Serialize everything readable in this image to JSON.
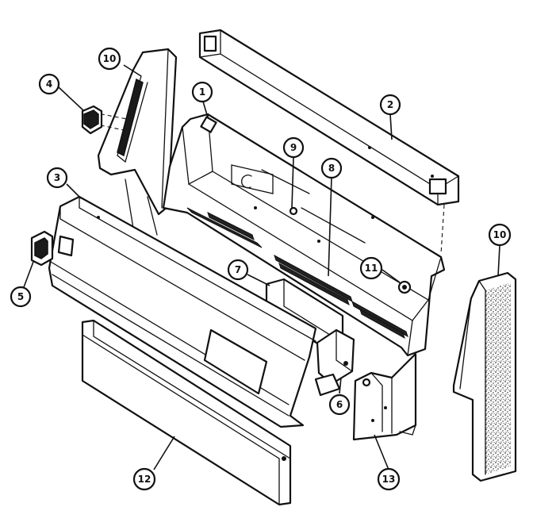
{
  "callouts": [
    {
      "id": "callout-1",
      "label": "1"
    },
    {
      "id": "callout-2",
      "label": "2"
    },
    {
      "id": "callout-3",
      "label": "3"
    },
    {
      "id": "callout-4",
      "label": "4"
    },
    {
      "id": "callout-5",
      "label": "5"
    },
    {
      "id": "callout-6",
      "label": "6"
    },
    {
      "id": "callout-7",
      "label": "7"
    },
    {
      "id": "callout-8",
      "label": "8"
    },
    {
      "id": "callout-9",
      "label": "9"
    },
    {
      "id": "callout-10a",
      "label": "10"
    },
    {
      "id": "callout-10b",
      "label": "10"
    },
    {
      "id": "callout-11",
      "label": "11"
    },
    {
      "id": "callout-12",
      "label": "12"
    },
    {
      "id": "callout-13",
      "label": "13"
    }
  ]
}
